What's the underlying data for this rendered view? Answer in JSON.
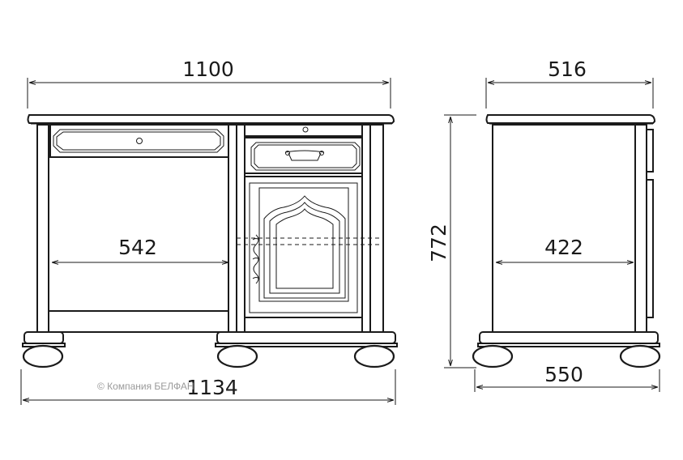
{
  "dimensions": {
    "front_width": "1100",
    "side_width": "516",
    "knee_width": "542",
    "height": "772",
    "side_inner_width": "422",
    "overall_width": "1134",
    "side_depth": "550"
  },
  "copyright": "© Компания БЕЛФАН",
  "colors": {
    "line": "#1a1a1a",
    "background": "#ffffff",
    "copyright": "#9a9a9a"
  }
}
